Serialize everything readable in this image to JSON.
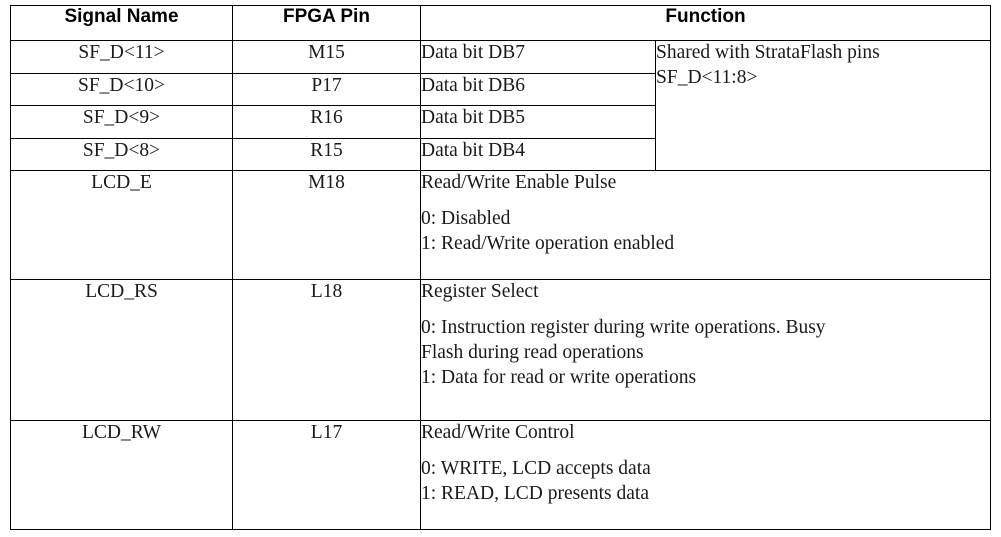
{
  "table": {
    "headers": [
      {
        "label": "Signal Name",
        "key": "signal_name"
      },
      {
        "label": "FPGA Pin",
        "key": "fpga_pin"
      },
      {
        "label": "Function",
        "key": "function"
      }
    ],
    "accent_rule_color": "#8B0000",
    "border_color": "#000000",
    "background_color": "#FFFFFF",
    "text_color": "#1A1A1A",
    "rows": [
      {
        "signal_name": "SF_D<11>",
        "fpga_pin": "M15",
        "function": "Data bit DB7"
      },
      {
        "signal_name": "SF_D<10>",
        "fpga_pin": "P17",
        "function": "Data bit DB6"
      },
      {
        "signal_name": "SF_D<9>",
        "fpga_pin": "R16",
        "function": "Data bit DB5"
      },
      {
        "signal_name": "SF_D<8>",
        "fpga_pin": "R15",
        "function": "Data bit DB4"
      }
    ],
    "shared_note": {
      "line1": "Shared with StrataFlash pins",
      "line2": "SF_D<11:8>"
    },
    "control_rows": [
      {
        "signal_name": "LCD_E",
        "fpga_pin": "M18",
        "function_title": "Read/Write Enable Pulse",
        "function_lines": [
          "0: Disabled",
          "1: Read/Write operation enabled"
        ]
      },
      {
        "signal_name": "LCD_RS",
        "fpga_pin": "L18",
        "function_title": "Register Select",
        "function_lines": [
          "0: Instruction register during write operations. Busy",
          "Flash during read operations",
          "1: Data for read or write operations"
        ]
      },
      {
        "signal_name": "LCD_RW",
        "fpga_pin": "L17",
        "function_title": "Read/Write Control",
        "function_lines": [
          "0: WRITE, LCD accepts data",
          "1: READ, LCD presents data"
        ]
      }
    ]
  }
}
